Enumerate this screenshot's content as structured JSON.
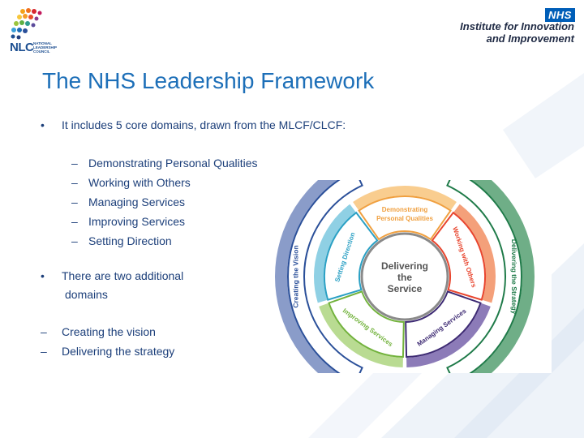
{
  "header": {
    "nlc_logo_text": "NLC",
    "nlc_logo_subtext": "NATIONAL LEADERSHIP COUNCIL",
    "nhs_badge": "NHS",
    "institute_line1": "Institute for Innovation",
    "institute_line2": "and Improvement"
  },
  "slide": {
    "title": "The NHS Leadership Framework",
    "bullet1": "It includes 5 core domains, drawn from the MLCF/CLCF:",
    "core_domains": [
      "Demonstrating Personal Qualities",
      "Working with Others",
      "Managing Services",
      "Improving Services",
      "Setting Direction"
    ],
    "bullet2_line1": "There are two additional",
    "bullet2_line2": "domains",
    "additional_domains": [
      "Creating the vision",
      "Delivering the strategy"
    ]
  },
  "diagram": {
    "center_line1": "Delivering",
    "center_line2": "the",
    "center_line3": "Service",
    "segments": [
      {
        "label": "Demonstrating Personal Qualities",
        "line1": "Demonstrating",
        "line2": "Personal Qualities",
        "color": "#f0a040",
        "light": "#f9cd8f"
      },
      {
        "label": "Working with Others",
        "color": "#e8452e",
        "light": "#f4a07a"
      },
      {
        "label": "Managing Services",
        "color": "#3d2a73",
        "light": "#8c7bb8"
      },
      {
        "label": "Improving Services",
        "color": "#72b23c",
        "light": "#b9db92"
      },
      {
        "label": "Setting Direction",
        "color": "#2aa0c4",
        "light": "#8fd0e4"
      }
    ],
    "outer_left": {
      "label": "Creating the Vision",
      "color": "#2a4f99",
      "light": "#8a9cc9"
    },
    "outer_right": {
      "label": "Delivering the Strategy",
      "color": "#1e7a48",
      "light": "#6fae87"
    },
    "center_border_color": "#8a8a8a"
  }
}
